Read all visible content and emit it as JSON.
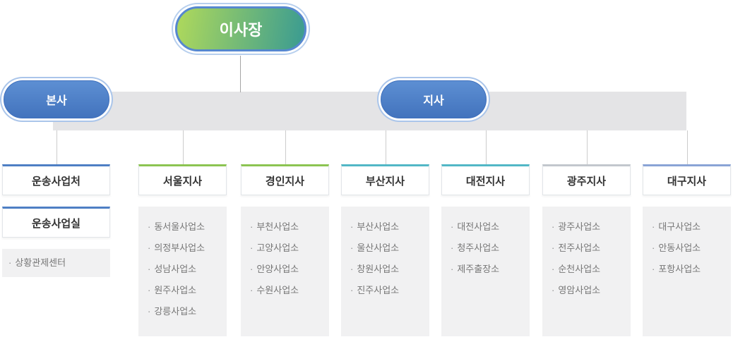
{
  "org": {
    "bullet": "·",
    "root": {
      "label": "이사장"
    },
    "groups": [
      {
        "id": "head-office",
        "label": "본사"
      },
      {
        "id": "branches",
        "label": "지사"
      }
    ],
    "columns": [
      {
        "id": "transport-business",
        "accent": "#4e7fc4",
        "headers": [
          "운송사업처",
          "운송사업실"
        ],
        "items": [
          "상황관제센터"
        ]
      },
      {
        "id": "seoul-branch",
        "accent": "#8cc452",
        "headers": [
          "서울지사"
        ],
        "items": [
          "동서울사업소",
          "의정부사업소",
          "성남사업소",
          "원주사업소",
          "강릉사업소"
        ]
      },
      {
        "id": "gyeongin-branch",
        "accent": "#8cc452",
        "headers": [
          "경인지사"
        ],
        "items": [
          "부천사업소",
          "고양사업소",
          "안양사업소",
          "수원사업소"
        ]
      },
      {
        "id": "busan-branch",
        "accent": "#52b7c6",
        "headers": [
          "부산지사"
        ],
        "items": [
          "부산사업소",
          "울산사업소",
          "창원사업소",
          "진주사업소"
        ]
      },
      {
        "id": "daejeon-branch",
        "accent": "#52b7c6",
        "headers": [
          "대전지사"
        ],
        "items": [
          "대전사업소",
          "청주사업소",
          "제주출장소"
        ]
      },
      {
        "id": "gwangju-branch",
        "accent": "#c2c7cd",
        "headers": [
          "광주지사"
        ],
        "items": [
          "광주사업소",
          "전주사업소",
          "순천사업소",
          "영암사업소"
        ]
      },
      {
        "id": "daegu-branch",
        "accent": "#8aa4d6",
        "headers": [
          "대구지사"
        ],
        "items": [
          "대구사업소",
          "안동사업소",
          "포항사업소"
        ]
      }
    ]
  },
  "colors": {
    "root_gradient_start": "#a9d65e",
    "root_gradient_end": "#3f9e8f",
    "group_pill_blue": "#4a7cc7",
    "band_gray": "#e4e4e6"
  }
}
